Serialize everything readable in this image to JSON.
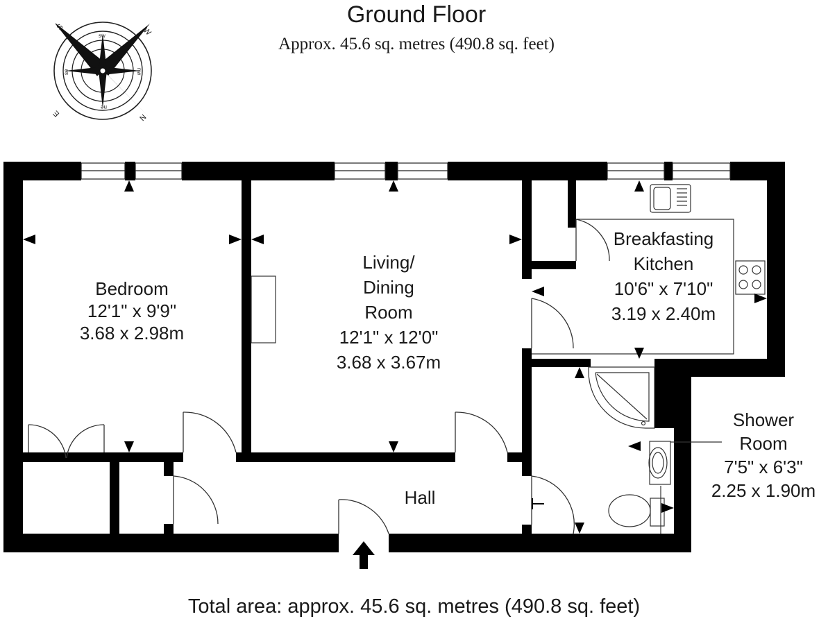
{
  "header": {
    "title": "Ground Floor",
    "area": "Approx. 45.6 sq. metres (490.8 sq. feet)"
  },
  "compass": {
    "points": [
      "S",
      "W",
      "E",
      "N"
    ],
    "inter_points": [
      "sw",
      "nw",
      "ne",
      "se"
    ]
  },
  "rooms": [
    {
      "name_lines": [
        "Bedroom"
      ],
      "imperial": "12'1\" x 9'9\"",
      "metric": "3.68 x 2.98m"
    },
    {
      "name_lines": [
        "Living/",
        "Dining",
        "Room"
      ],
      "imperial": "12'1\" x 12'0\"",
      "metric": "3.68 x 3.67m"
    },
    {
      "name_lines": [
        "Breakfasting",
        "Kitchen"
      ],
      "imperial": "10'6\" x 7'10\"",
      "metric": "3.19 x 2.40m"
    },
    {
      "name_lines": [
        "Shower",
        "Room"
      ],
      "imperial": "7'5\" x 6'3\"",
      "metric": "2.25 x 1.90m"
    },
    {
      "name_lines": [
        "Hall"
      ]
    }
  ],
  "footer": {
    "total_area": "Total area: approx. 45.6 sq. metres (490.8 sq. feet)"
  },
  "colors": {
    "wall": "#000000",
    "line": "#333333",
    "background": "#ffffff"
  }
}
